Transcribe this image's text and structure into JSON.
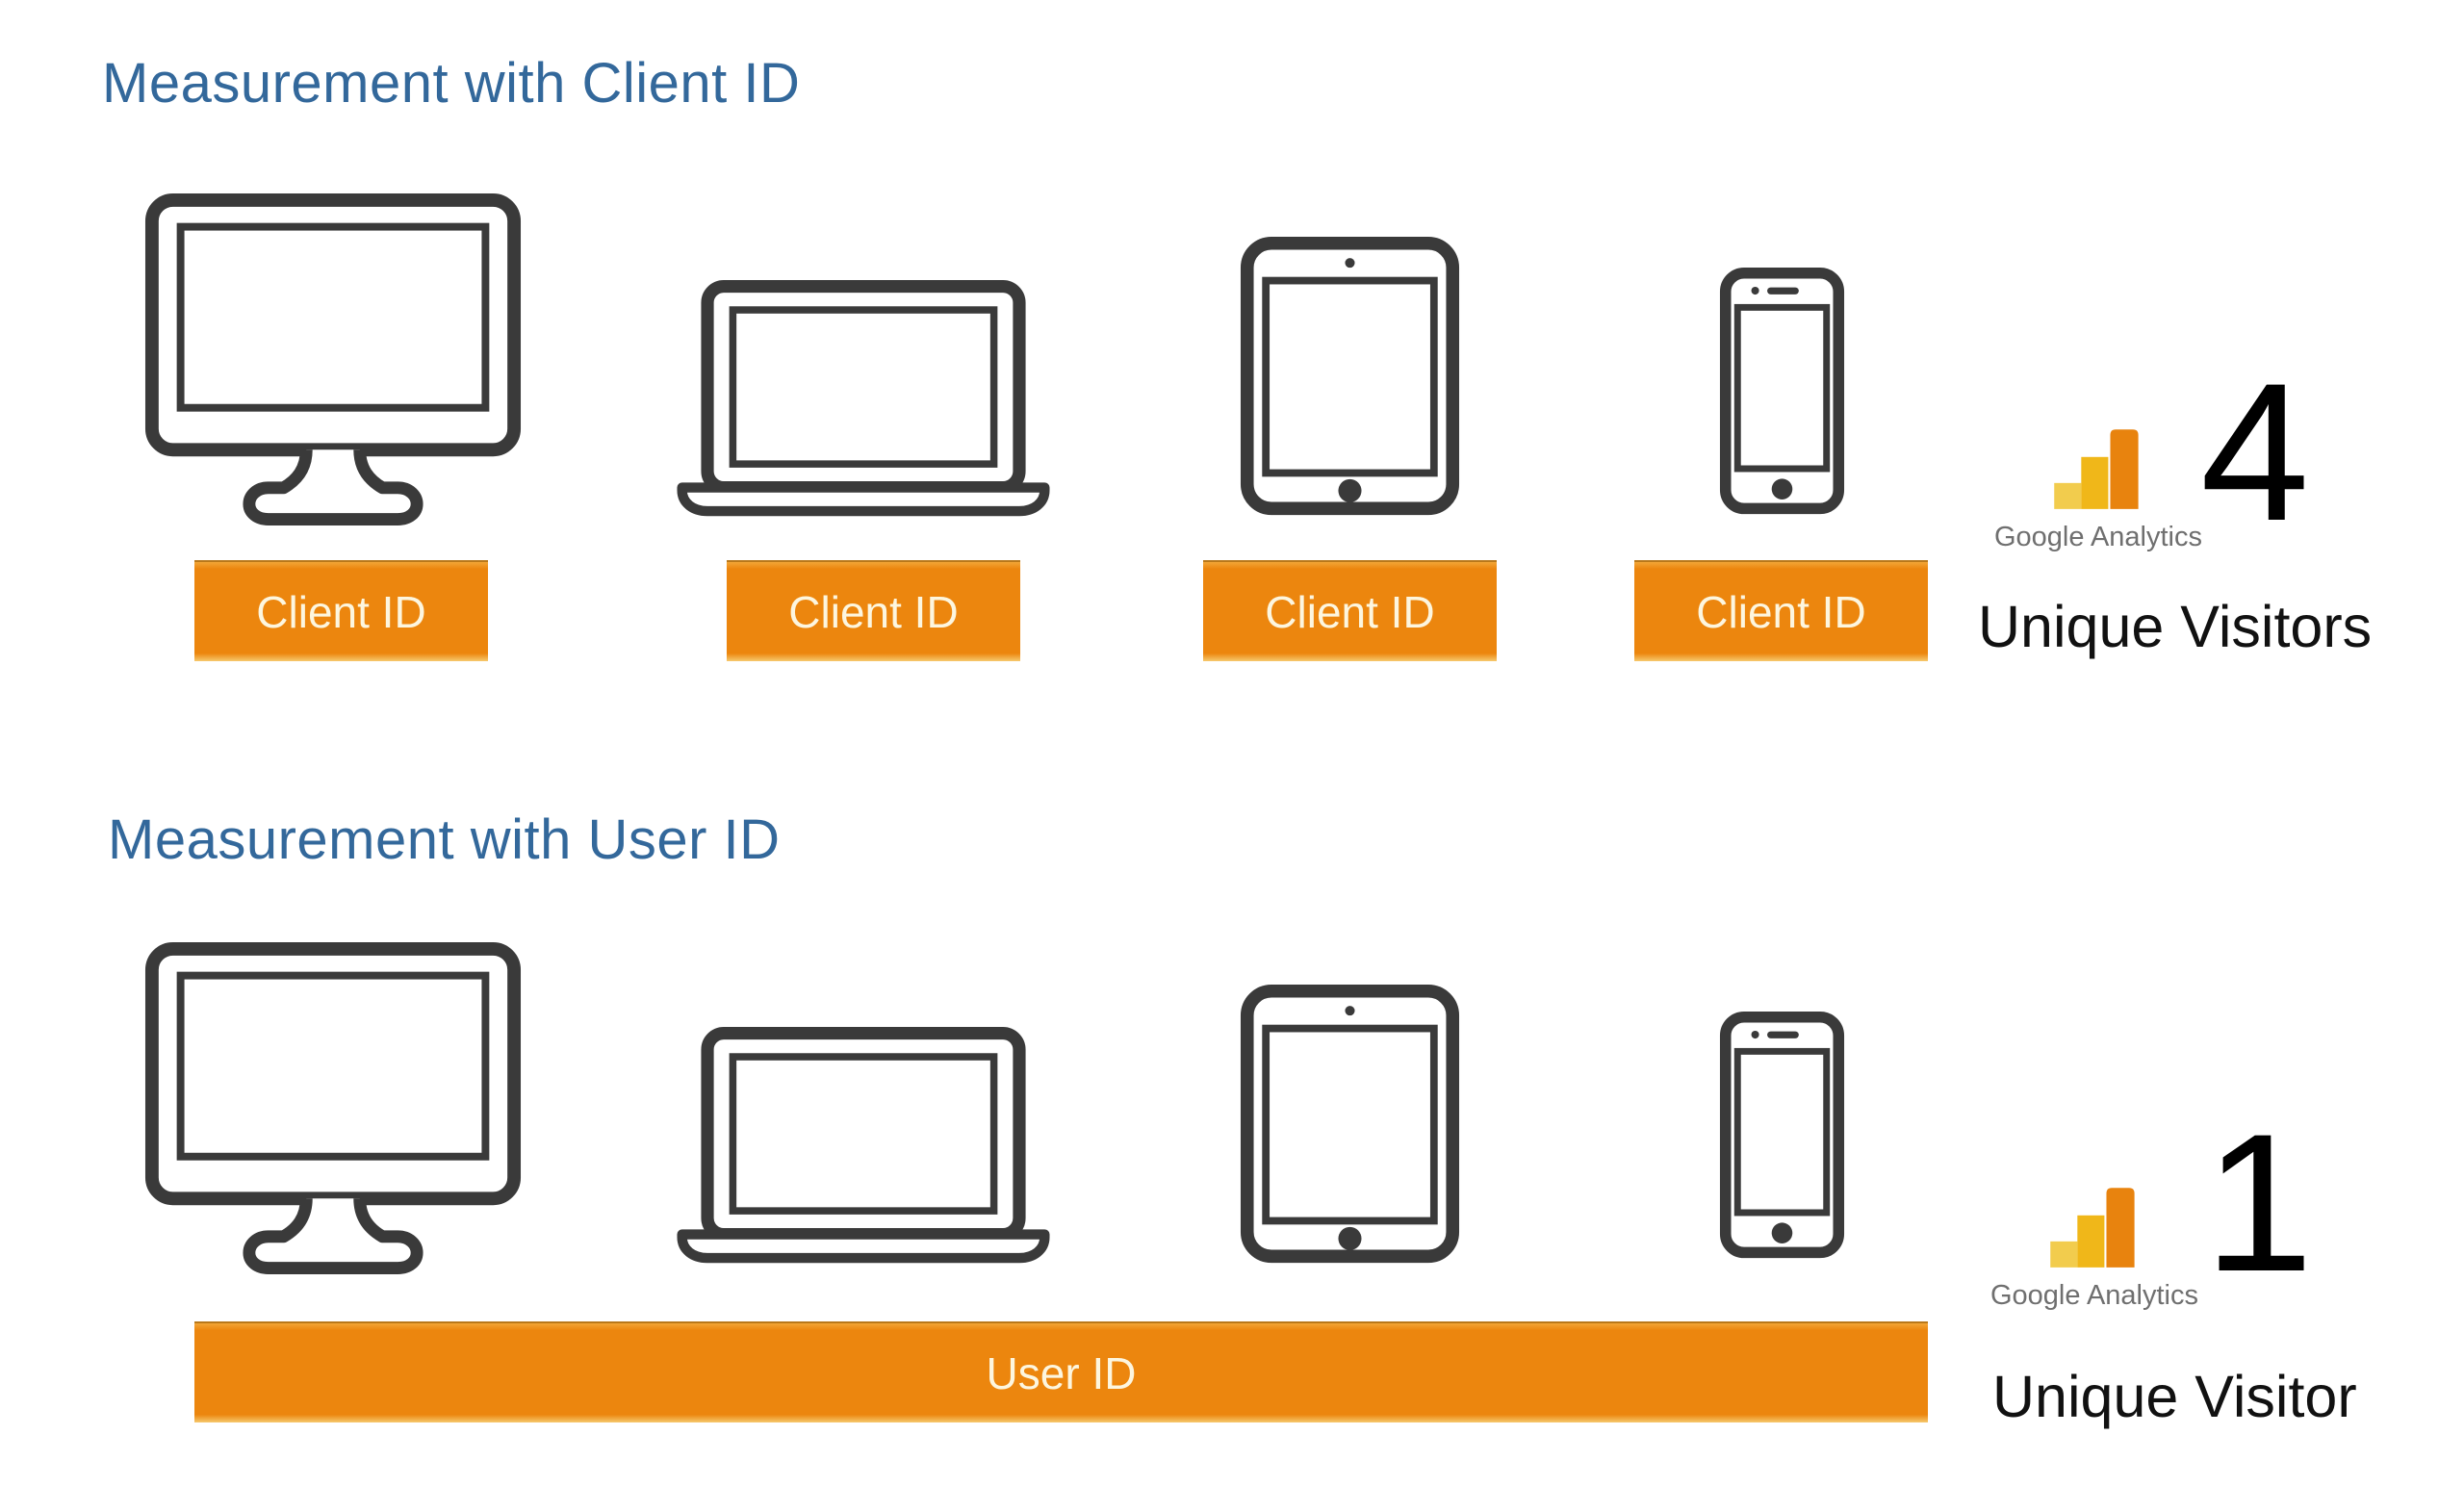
{
  "colors": {
    "heading_blue": "#33689B",
    "accent_orange": "#EC860E",
    "id_label_text": "#FDF6DF",
    "device_outline": "#3A3A3A",
    "ga_caption_gray": "#6F6F6F",
    "ga_bar_light": "#F2CC4D",
    "ga_bar_mid": "#F0B719",
    "ga_bar_dark": "#E8830E"
  },
  "sections": [
    {
      "heading": "Measurement with Client ID",
      "devices": [
        "desktop",
        "laptop",
        "tablet",
        "smartphone"
      ],
      "id_labels": [
        "Client ID",
        "Client ID",
        "Client ID",
        "Client ID"
      ],
      "analytics": {
        "logo_icon": "ga-logo",
        "brand": "Google Analytics",
        "count": "4",
        "label": "Unique Visitors"
      }
    },
    {
      "heading": "Measurement with User ID",
      "devices": [
        "desktop",
        "laptop",
        "tablet",
        "smartphone"
      ],
      "span_label": "User ID",
      "analytics": {
        "logo_icon": "ga-logo",
        "brand": "Google Analytics",
        "count": "1",
        "label": "Unique Visitor"
      }
    }
  ]
}
